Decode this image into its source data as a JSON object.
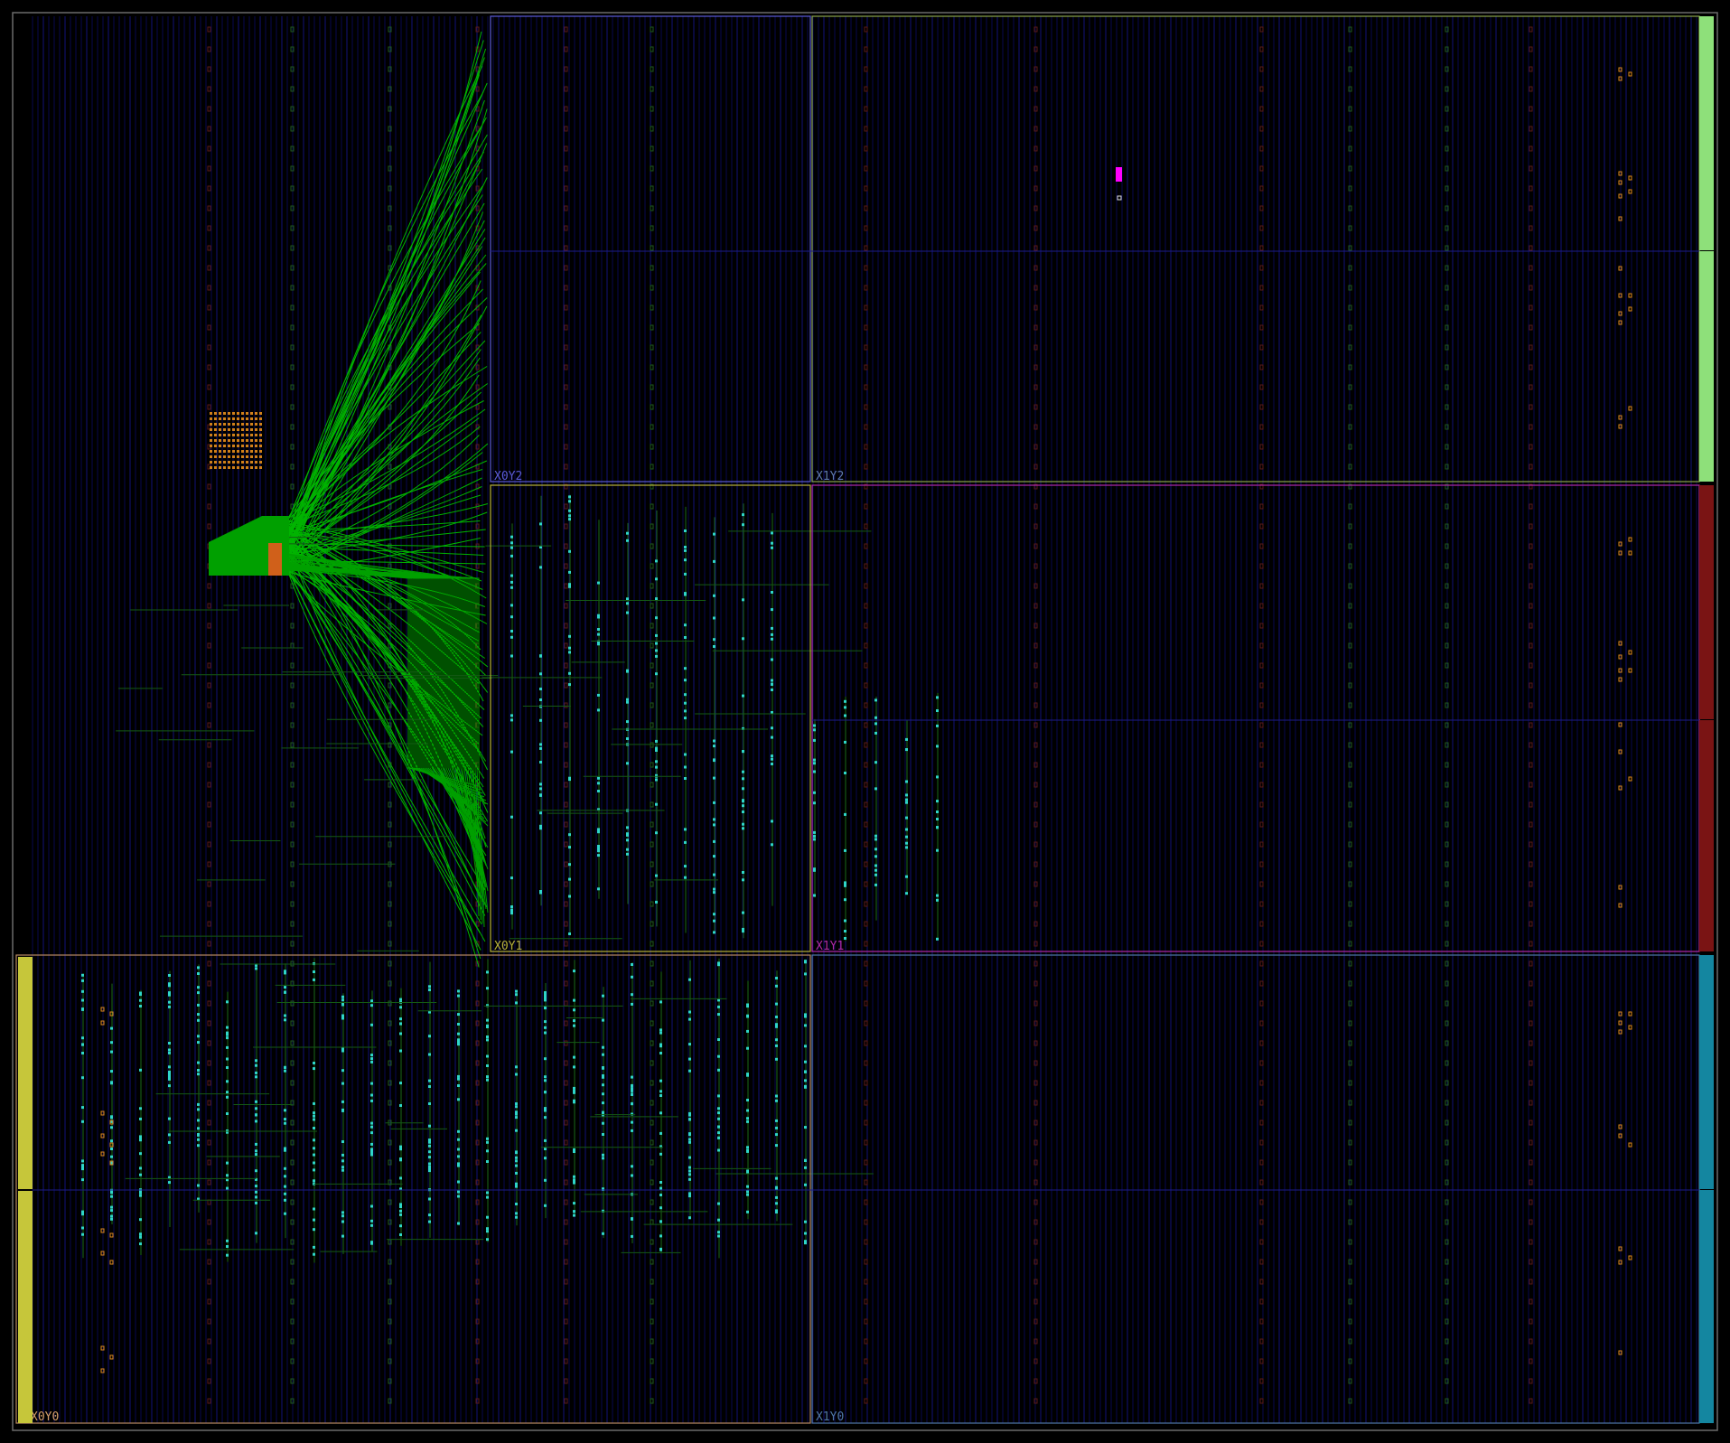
{
  "view": {
    "title": "Device",
    "background": "#000000",
    "accent_colors": {
      "fabric_grid": "#0b0b6a",
      "routing": "#00c800",
      "cells": "#2fd6c8",
      "io_pins": "#e08a1c",
      "marker": "#ff00ff"
    }
  },
  "clock_regions": [
    {
      "name": "X0Y2",
      "label": "X0Y2",
      "border": "#5b5bd6",
      "strip": null
    },
    {
      "name": "X1Y2",
      "label": "X1Y2",
      "border": "#8aa34a",
      "strip": "#8ee07a"
    },
    {
      "name": "X0Y1",
      "label": "X0Y1",
      "border": "#b7b13a",
      "strip": null
    },
    {
      "name": "X1Y1",
      "label": "X1Y1",
      "border": "#b02aa8",
      "strip": "#7a1414"
    },
    {
      "name": "X0Y0",
      "label": "X0Y0",
      "border": "#b98a63",
      "strip": "#c6c63a"
    },
    {
      "name": "X1Y0",
      "label": "X1Y0",
      "border": "#4f77a8",
      "strip": "#1486a0"
    }
  ],
  "io_bank_block": {
    "name": "io-bank-left",
    "body_color": "#00a000",
    "core_color": "#d0601a"
  }
}
